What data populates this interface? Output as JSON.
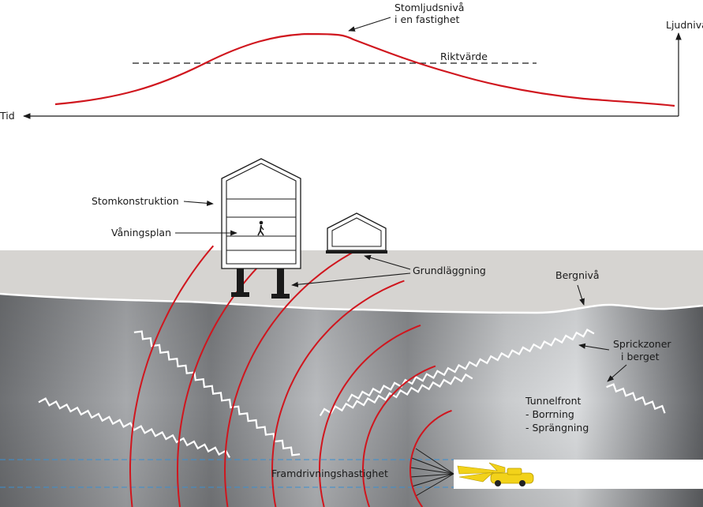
{
  "graph": {
    "x_axis_label": "Tid",
    "y_axis_label": "Ljudnivå",
    "curve_label_line1": "Stomljudsnivå",
    "curve_label_line2": "i en fastighet",
    "threshold_label": "Riktvärde"
  },
  "building": {
    "structure_label": "Stomkonstruktion",
    "floor_label": "Våningsplan",
    "foundation_label": "Grundläggning"
  },
  "ground": {
    "bedrock_label": "Bergnivå",
    "fracture_label_line1": "Sprickzoner",
    "fracture_label_line2": "i berget"
  },
  "tunnel": {
    "front_label_line1": "Tunnelfront",
    "front_label_line2": "- Borrning",
    "front_label_line3": "- Sprängning",
    "speed_label": "Framdrivningshastighet"
  },
  "colors": {
    "sound_curve": "#d0161e",
    "soil": "#d6d4d1",
    "rock_dark": "#6f7174",
    "rock_light": "#d8dadc",
    "drill_rig": "#f2d21a",
    "guide_lines": "#3a8fd0"
  }
}
